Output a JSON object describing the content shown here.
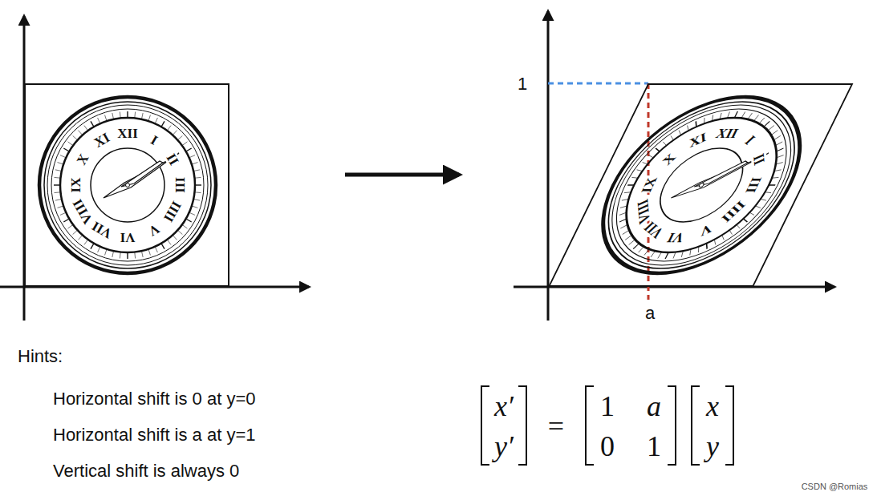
{
  "diagram": {
    "labels": [
      "Hints:",
      "Horizontal shift is 0 at y=0",
      "Horizontal shift is a at y=1",
      "Vertical shift is always 0",
      "1",
      "a",
      "x′",
      "y′",
      "=",
      "1",
      "a",
      "0",
      "1",
      "x",
      "y",
      "XII",
      "I",
      "II",
      "III",
      "IIII",
      "V",
      "VI",
      "VII",
      "VIII",
      "IX",
      "X",
      "XI",
      "XII",
      "I",
      "II",
      "III",
      "IIII",
      "V",
      "VI",
      "VII",
      "VIII",
      "IX",
      "X",
      "XI",
      "CSDN @Romias"
    ]
  }
}
